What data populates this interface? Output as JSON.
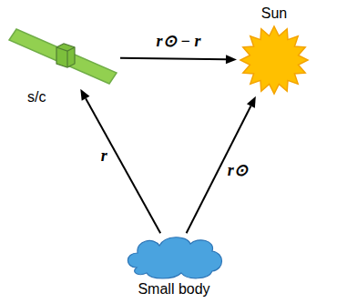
{
  "diagram": {
    "nodes": [
      {
        "text": [
          "s/c"
        ]
      },
      {
        "text": [
          "Sun"
        ]
      },
      {
        "text": [
          "Small body"
        ]
      }
    ],
    "edges": [
      {
        "from": 2,
        "to": 0,
        "arrow": "to",
        "label": "r"
      },
      {
        "from": 0,
        "to": 1,
        "arrow": "to",
        "label": "r⊙ − r"
      },
      {
        "from": 2,
        "to": 1,
        "arrow": "to",
        "label": "r⊙"
      }
    ]
  }
}
